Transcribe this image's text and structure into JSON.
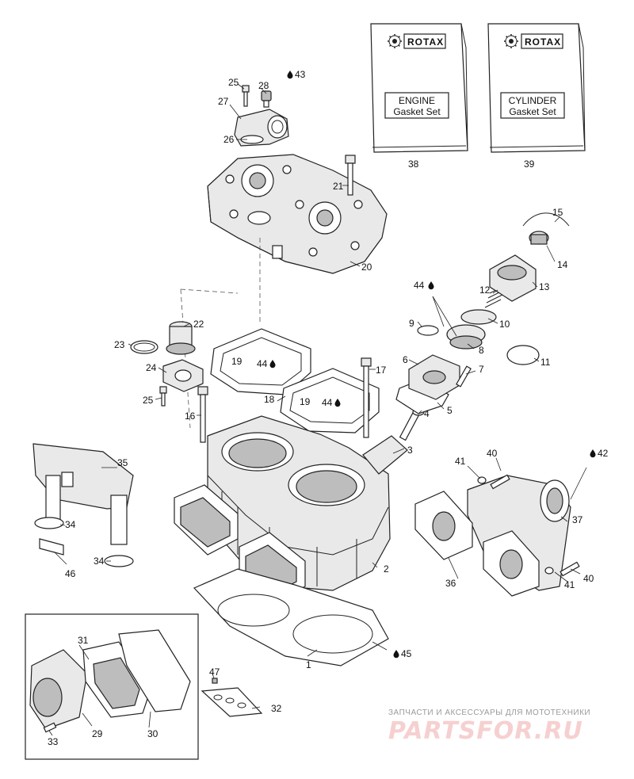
{
  "diagram": {
    "callouts": [
      {
        "n": "1"
      },
      {
        "n": "2"
      },
      {
        "n": "3"
      },
      {
        "n": "4"
      },
      {
        "n": "5"
      },
      {
        "n": "6"
      },
      {
        "n": "7"
      },
      {
        "n": "8"
      },
      {
        "n": "9"
      },
      {
        "n": "10"
      },
      {
        "n": "11"
      },
      {
        "n": "12"
      },
      {
        "n": "13"
      },
      {
        "n": "14"
      },
      {
        "n": "15"
      },
      {
        "n": "16"
      },
      {
        "n": "17"
      },
      {
        "n": "18"
      },
      {
        "n": "19"
      },
      {
        "n": "19"
      },
      {
        "n": "20"
      },
      {
        "n": "21"
      },
      {
        "n": "22"
      },
      {
        "n": "23"
      },
      {
        "n": "24"
      },
      {
        "n": "25"
      },
      {
        "n": "25"
      },
      {
        "n": "26"
      },
      {
        "n": "27"
      },
      {
        "n": "28"
      },
      {
        "n": "29"
      },
      {
        "n": "30"
      },
      {
        "n": "31"
      },
      {
        "n": "32"
      },
      {
        "n": "33"
      },
      {
        "n": "34"
      },
      {
        "n": "34"
      },
      {
        "n": "35"
      },
      {
        "n": "36"
      },
      {
        "n": "37"
      },
      {
        "n": "38"
      },
      {
        "n": "39"
      },
      {
        "n": "40"
      },
      {
        "n": "40"
      },
      {
        "n": "41"
      },
      {
        "n": "41"
      },
      {
        "n": "42"
      },
      {
        "n": "43"
      },
      {
        "n": "44"
      },
      {
        "n": "44"
      },
      {
        "n": "44"
      },
      {
        "n": "45"
      },
      {
        "n": "46"
      },
      {
        "n": "47"
      }
    ],
    "kits": {
      "brand": "ROTAX",
      "engine_line1": "ENGINE",
      "engine_line2": "Gasket Set",
      "cylinder_line1": "CYLINDER",
      "cylinder_line2": "Gasket Set"
    }
  },
  "watermark": {
    "tagline": "ЗАПЧАСТИ И АКСЕССУАРЫ ДЛЯ МОТОТЕХНИКИ",
    "brand": "PARTSFOR.RU",
    "color": "#e8a0a0"
  }
}
